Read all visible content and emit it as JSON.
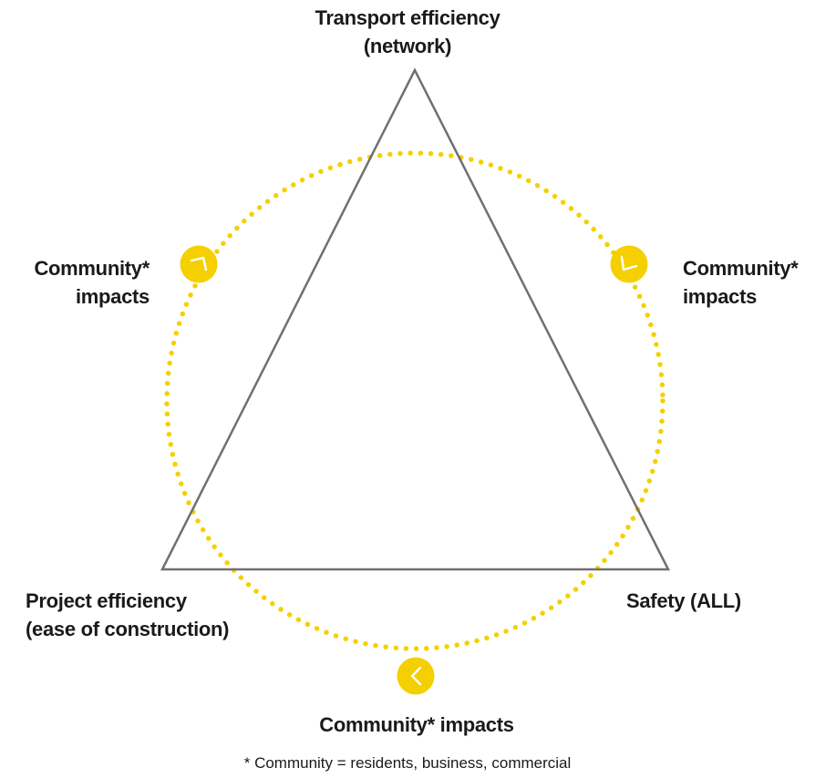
{
  "nodes": {
    "top": [
      "Transport efficiency",
      "(network)"
    ],
    "left": [
      "Community*",
      "impacts"
    ],
    "right": [
      "Community*",
      "impacts"
    ],
    "bottom_left": [
      "Project efficiency",
      "(ease of construction)"
    ],
    "bottom_right": [
      "Safety (ALL)"
    ],
    "bottom": [
      "Community* impacts"
    ]
  },
  "footnote": "* Community = residents, business, commercial",
  "colors": {
    "accent": "#f5d000",
    "triangle_stroke": "#707070",
    "text": "#1a1a1a",
    "arrow": "#ffffff"
  },
  "icons": {
    "left": "chevron-icon",
    "right": "chevron-icon",
    "bottom": "chevron-left-icon"
  }
}
